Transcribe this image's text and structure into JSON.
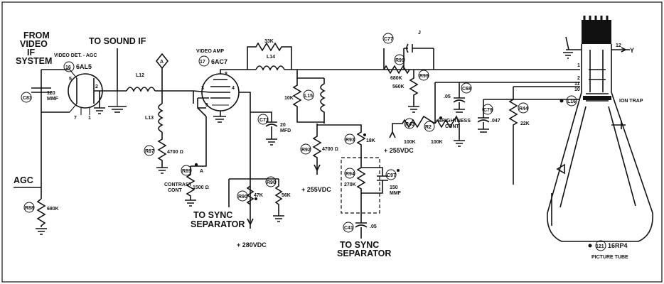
{
  "labels": {
    "from_video_if": [
      "FROM",
      "VIDEO",
      "IF",
      "SYSTEM"
    ],
    "to_sound_if": "TO SOUND IF",
    "video_det_agc": "VIDEO DET. - AGC",
    "agc": "AGC",
    "video_amp": "VIDEO AMP",
    "contrast_cont": [
      "CONTRAST",
      "CONT"
    ],
    "to_sync_separator_1": [
      "TO SYNC",
      "SEPARATOR"
    ],
    "to_sync_separator_2": [
      "TO SYNC",
      "SEPARATOR"
    ],
    "brightness_cont": [
      "BRIGHTNESS",
      "CONT"
    ],
    "ion_trap": "ION TRAP",
    "picture_tube": "PICTURE TUBE",
    "y_label": "Y",
    "pin_12": "12",
    "diamond_a": "A"
  },
  "tubes": {
    "v16": {
      "ref": "16",
      "type": "6AL5"
    },
    "v17": {
      "ref": "17",
      "type": "6AC7"
    },
    "v21": {
      "ref": "121",
      "type": "16RP4"
    }
  },
  "components": {
    "c_in": {
      "ref": "C83",
      "value": [
        "120",
        "MMF"
      ]
    },
    "r_agc": {
      "ref": "R88",
      "value": "680K"
    },
    "l12": {
      "ref": "L12"
    },
    "l13": {
      "ref": "L13"
    },
    "r_load": {
      "ref": "R87",
      "value": "4700 Ω"
    },
    "r_contrast": {
      "ref": "R89",
      "value": "1500 Ω",
      "tag": "A"
    },
    "l14": {
      "ref": "L14",
      "value": "33K"
    },
    "l15": {
      "ref": "L15",
      "value": "10K"
    },
    "c_cath": {
      "ref": "C71",
      "value": [
        "20",
        "MFD"
      ]
    },
    "r_sync1a": {
      "ref": "R90",
      "value": "47K"
    },
    "r_sync1b": {
      "ref": "R90",
      "value": "56K"
    },
    "r_plate": {
      "ref": "R92",
      "value": "4700 Ω"
    },
    "r_18k": {
      "ref": "R93",
      "value": "18K"
    },
    "r_270k": {
      "ref": "R94",
      "value": "270K"
    },
    "c_150": {
      "ref": "C97",
      "value": [
        "150",
        "MMF"
      ]
    },
    "c_05b": {
      "ref": "C41",
      "value": ".05"
    },
    "c_top": {
      "ref": "C77",
      "value": ""
    },
    "r_680k": {
      "ref": "R99",
      "value": "680K"
    },
    "r_560k": {
      "ref": "R99",
      "value": "560K"
    },
    "c_05a": {
      "ref": "C68",
      "value": ".05"
    },
    "r_100k_a": {
      "ref": "R43",
      "value": "100K"
    },
    "r_100k_b": {
      "ref": "R2",
      "value": "100K"
    },
    "c_047": {
      "ref": "C79",
      "value": ".047"
    },
    "r_22k": {
      "ref": "R44",
      "value": "22K"
    },
    "l_ion": {
      "ref": "L16"
    }
  },
  "voltages": {
    "v_280": "+ 280VDC",
    "v_255a": "+ 255VDC",
    "v_255b": "+ 255VDC"
  },
  "pins": {
    "tube17": [
      "8",
      "3",
      "5",
      "4"
    ],
    "tube16": [
      "5",
      "2",
      "7",
      "1"
    ],
    "crt": [
      "1",
      "2",
      "11",
      "10"
    ]
  }
}
